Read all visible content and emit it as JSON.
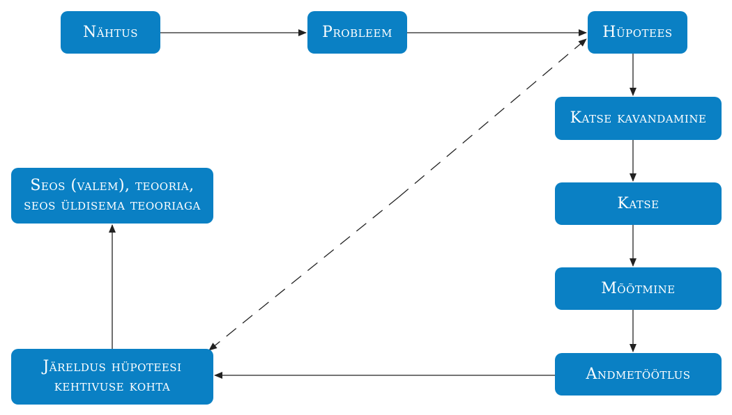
{
  "nodes": {
    "nahtus": "Nähtus",
    "probleem": "Probleem",
    "hypotees": "Hüpotees",
    "katse_kavandamine": "Katse kavandamine",
    "katse": "Katse",
    "mootmine": "Mõõtmine",
    "andmetootlus": "Andmetöötlus",
    "jareldus_line1": "Järeldus hüpoteesi",
    "jareldus_line2": "kehtivuse kohta",
    "seos_line1": "Seos (valem), teooria,",
    "seos_line2": "seos üldisema teooriaga"
  },
  "colors": {
    "node_fill": "#0a80c4",
    "node_text": "#ffffff",
    "arrow": "#222222"
  }
}
